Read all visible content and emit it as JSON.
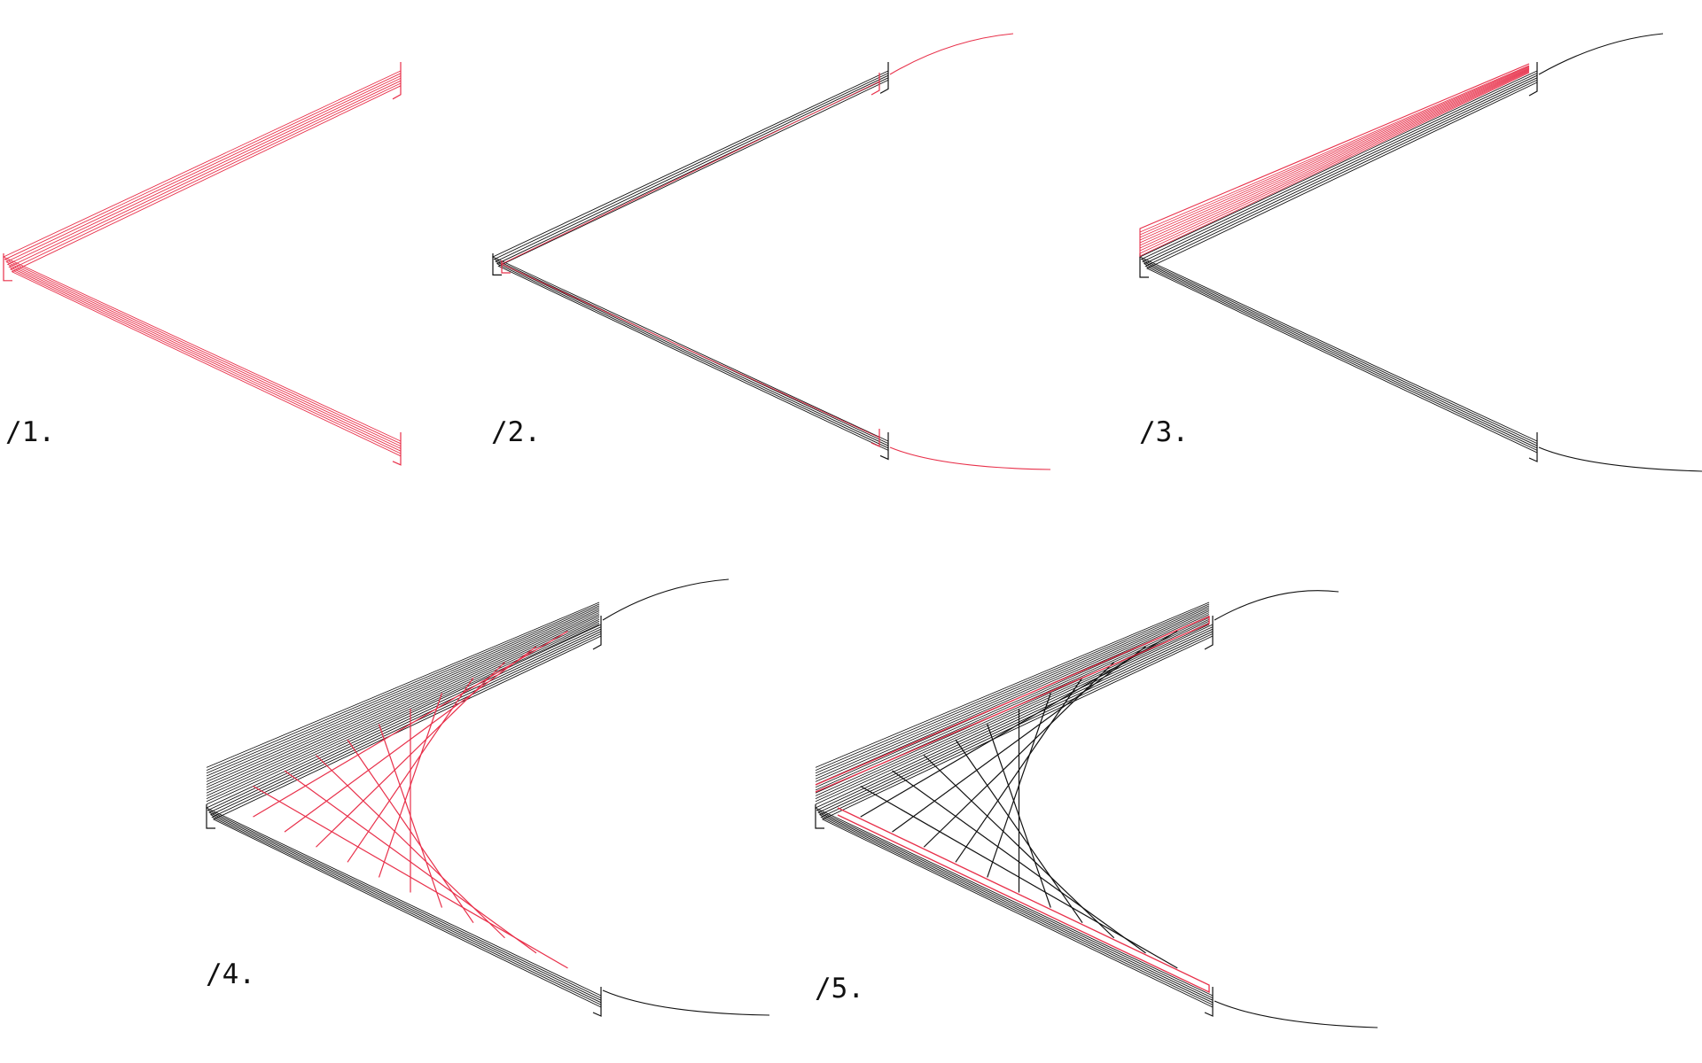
{
  "colors": {
    "accent": "#e8304a",
    "ink": "#111111",
    "background": "#ffffff"
  },
  "steps": [
    {
      "label": "/1."
    },
    {
      "label": "/2."
    },
    {
      "label": "/3."
    },
    {
      "label": "/4."
    },
    {
      "label": "/5."
    }
  ]
}
